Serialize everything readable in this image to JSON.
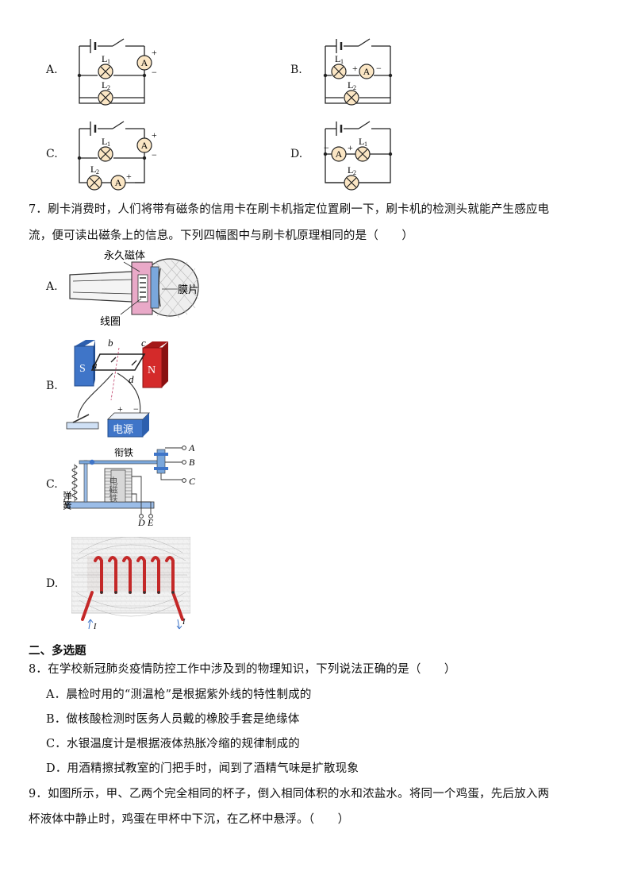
{
  "q6_options": {
    "a": "A.",
    "b": "B.",
    "c": "C.",
    "d": "D."
  },
  "circuit_labels": {
    "ammeter": "A",
    "lamp1": "L",
    "lamp1_sub": "1",
    "lamp2": "L",
    "lamp2_sub": "2",
    "plus": "+",
    "minus": "−"
  },
  "q7": {
    "line1": "7．刷卡消费时，人们将带有磁条的信用卡在刷卡机指定位置刷一下，刷卡机的检测头就能产生感应电",
    "line2": "流，便可读出磁条上的信息。下列四幅图中与刷卡机原理相同的是（　　）",
    "options": {
      "a": "A.",
      "b": "B.",
      "c": "C.",
      "d": "D."
    },
    "fig_a": {
      "magnet": "永久磁体",
      "membrane": "膜片",
      "coil": "线圈"
    },
    "fig_b": {
      "b": "b",
      "c": "c",
      "a": "a",
      "d": "d",
      "s": "S",
      "n": "N",
      "plus": "+",
      "minus": "−",
      "source": "电源"
    },
    "fig_c": {
      "armature": "衔铁",
      "spring": "弹簧",
      "electromagnet": "电磁铁",
      "A": "A",
      "B": "B",
      "C": "C",
      "D": "D",
      "E": "E"
    },
    "fig_d": {
      "i1": "I",
      "i2": "I"
    }
  },
  "section2": {
    "title": "二、多选题"
  },
  "q8": {
    "stem": "8．在学校新冠肺炎疫情防控工作中涉及到的物理知识，下列说法正确的是（　　）",
    "a": "A．晨检时用的“测温枪”是根据紫外线的特性制成的",
    "b": "B．做核酸检测时医务人员戴的橡胶手套是绝缘体",
    "c": "C．水银温度计是根据液体热胀冷缩的规律制成的",
    "d": "D．用酒精擦拭教室的门把手时，闻到了酒精气味是扩散现象"
  },
  "q9": {
    "line1": "9．如图所示，甲、乙两个完全相同的杯子，倒入相同体积的水和浓盐水。将同一个鸡蛋，先后放入两",
    "line2": "杯液体中静止时，鸡蛋在甲杯中下沉，在乙杯中悬浮。（　　）"
  }
}
